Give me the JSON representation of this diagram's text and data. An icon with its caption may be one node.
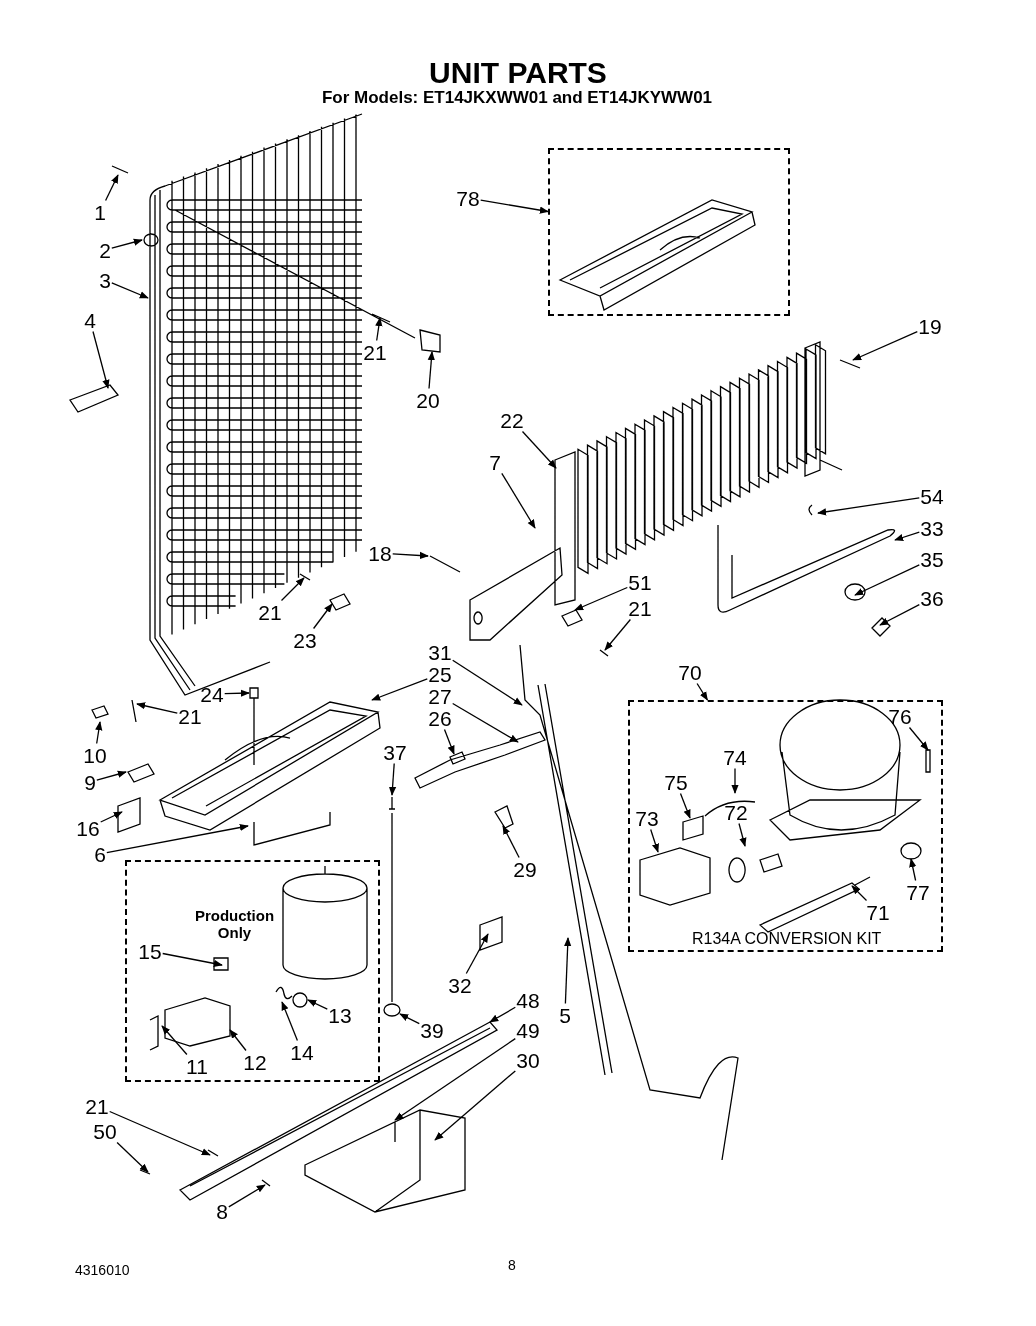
{
  "diagram": {
    "title": "UNIT PARTS",
    "nodes": [
      {
        "text": [],
        "shape": "box"
      },
      {
        "text": [
          "78"
        ]
      },
      {
        "text": [
          "1"
        ]
      },
      {
        "text": [
          "2"
        ]
      },
      {
        "text": [
          "3"
        ]
      },
      {
        "text": [
          "4"
        ]
      },
      {
        "text": [
          "21"
        ]
      },
      {
        "text": [
          "20"
        ]
      },
      {
        "text": [
          "19"
        ]
      },
      {
        "text": [
          "22"
        ]
      },
      {
        "text": [
          "7"
        ]
      },
      {
        "text": [
          "54"
        ]
      },
      {
        "text": [
          "33"
        ]
      },
      {
        "text": [
          "18"
        ]
      },
      {
        "text": [
          "35"
        ]
      },
      {
        "text": [
          "51"
        ]
      },
      {
        "text": [
          "21"
        ]
      },
      {
        "text": [
          "21"
        ]
      },
      {
        "text": [
          "23"
        ]
      },
      {
        "text": [
          "36"
        ]
      },
      {
        "text": [
          "31"
        ]
      },
      {
        "text": [
          "25"
        ]
      },
      {
        "text": [
          "70"
        ]
      },
      {
        "text": [
          "R134A CONVERSION KIT"
        ]
      },
      {
        "text": [
          "24"
        ]
      },
      {
        "text": [
          "21"
        ]
      },
      {
        "text": [
          "27"
        ]
      },
      {
        "text": [
          "37"
        ]
      },
      {
        "text": [
          "26"
        ]
      },
      {
        "text": [
          "76"
        ],
        "in": 23
      },
      {
        "text": [
          "10"
        ]
      },
      {
        "text": [
          "74"
        ],
        "in": 23
      },
      {
        "text": [
          "9"
        ]
      },
      {
        "text": [
          "75"
        ],
        "in": 23
      },
      {
        "text": [
          "73"
        ],
        "in": 23
      },
      {
        "text": [
          "72"
        ],
        "in": 23
      },
      {
        "text": [
          "16"
        ]
      },
      {
        "text": [
          "6"
        ]
      },
      {
        "text": [
          "29"
        ]
      },
      {
        "text": [
          "77"
        ],
        "in": 23
      },
      {
        "text": [
          "71"
        ],
        "in": 23
      },
      {
        "text": [
          "Production Only"
        ]
      },
      {
        "text": [
          "15"
        ],
        "in": 41
      },
      {
        "text": [
          "32"
        ]
      },
      {
        "text": [
          "5"
        ]
      },
      {
        "text": [
          "13"
        ],
        "in": 41
      },
      {
        "text": [
          "12"
        ],
        "in": 41
      },
      {
        "text": [
          "14"
        ],
        "in": 41
      },
      {
        "text": [
          "48"
        ]
      },
      {
        "text": [
          "39"
        ]
      },
      {
        "text": [
          "11"
        ],
        "in": 41
      },
      {
        "text": [
          "49"
        ]
      },
      {
        "text": [
          "30"
        ]
      },
      {
        "text": [
          "21"
        ]
      },
      {
        "text": [
          "50"
        ]
      },
      {
        "text": [
          "8"
        ]
      }
    ],
    "edges": [
      {
        "from": 1,
        "to": 0,
        "arrow": "to"
      },
      {
        "from": 2,
        "to": null,
        "arrow": "to"
      },
      {
        "from": 3,
        "to": null,
        "arrow": "to"
      },
      {
        "from": 4,
        "to": null,
        "arrow": "to"
      },
      {
        "from": 5,
        "to": null,
        "arrow": "to"
      },
      {
        "from": 6,
        "to": null,
        "arrow": "to"
      },
      {
        "from": 7,
        "to": null,
        "arrow": "to"
      },
      {
        "from": 8,
        "to": null,
        "arrow": "to"
      },
      {
        "from": 9,
        "to": null,
        "arrow": "to"
      },
      {
        "from": 10,
        "to": null,
        "arrow": "to"
      },
      {
        "from": 11,
        "to": null,
        "arrow": "to"
      },
      {
        "from": 12,
        "to": null,
        "arrow": "to"
      },
      {
        "from": 13,
        "to": null,
        "arrow": "to"
      },
      {
        "from": 14,
        "to": null,
        "arrow": "to"
      },
      {
        "from": 15,
        "to": null,
        "arrow": "to"
      },
      {
        "from": 16,
        "to": null,
        "arrow": "to"
      },
      {
        "from": 17,
        "to": null,
        "arrow": "to"
      },
      {
        "from": 18,
        "to": null,
        "arrow": "to"
      },
      {
        "from": 19,
        "to": null,
        "arrow": "to"
      },
      {
        "from": 20,
        "to": null,
        "arrow": "to"
      },
      {
        "from": 21,
        "to": null,
        "arrow": "to"
      },
      {
        "from": 22,
        "to": 23,
        "arrow": "to"
      },
      {
        "from": 24,
        "to": null,
        "arrow": "to"
      },
      {
        "from": 25,
        "to": null,
        "arrow": "to"
      },
      {
        "from": 26,
        "to": null,
        "arrow": "to"
      },
      {
        "from": 27,
        "to": null,
        "arrow": "to"
      },
      {
        "from": 28,
        "to": null,
        "arrow": "to"
      },
      {
        "from": 29,
        "to": null,
        "arrow": "to"
      },
      {
        "from": 30,
        "to": null,
        "arrow": "to"
      },
      {
        "from": 31,
        "to": null,
        "arrow": "to"
      },
      {
        "from": 32,
        "to": null,
        "arrow": "to"
      },
      {
        "from": 33,
        "to": null,
        "arrow": "to"
      },
      {
        "from": 34,
        "to": null,
        "arrow": "to"
      },
      {
        "from": 35,
        "to": null,
        "arrow": "to"
      },
      {
        "from": 36,
        "to": null,
        "arrow": "to"
      },
      {
        "from": 37,
        "to": null,
        "arrow": "to"
      },
      {
        "from": 38,
        "to": null,
        "arrow": "to"
      },
      {
        "from": 39,
        "to": null,
        "arrow": "to"
      },
      {
        "from": 40,
        "to": null,
        "arrow": "to"
      },
      {
        "from": 42,
        "to": null,
        "arrow": "to"
      },
      {
        "from": 43,
        "to": null,
        "arrow": "to"
      },
      {
        "from": 44,
        "to": null,
        "arrow": "to"
      },
      {
        "from": 45,
        "to": null,
        "arrow": "to"
      },
      {
        "from": 46,
        "to": null,
        "arrow": "to"
      },
      {
        "from": 47,
        "to": null,
        "arrow": "to"
      },
      {
        "from": 48,
        "to": null,
        "arrow": "to"
      },
      {
        "from": 49,
        "to": null,
        "arrow": "to"
      },
      {
        "from": 50,
        "to": null,
        "arrow": "to"
      },
      {
        "from": 51,
        "to": null,
        "arrow": "to"
      },
      {
        "from": 52,
        "to": null,
        "arrow": "to"
      },
      {
        "from": 53,
        "to": null,
        "arrow": "to"
      },
      {
        "from": 54,
        "to": null,
        "arrow": "to"
      },
      {
        "from": 55,
        "to": null,
        "arrow": "to"
      }
    ],
    "labels": [
      "For Models: ET14JKXWW01 and ET14JKYWW01",
      "4316010",
      "8"
    ]
  }
}
